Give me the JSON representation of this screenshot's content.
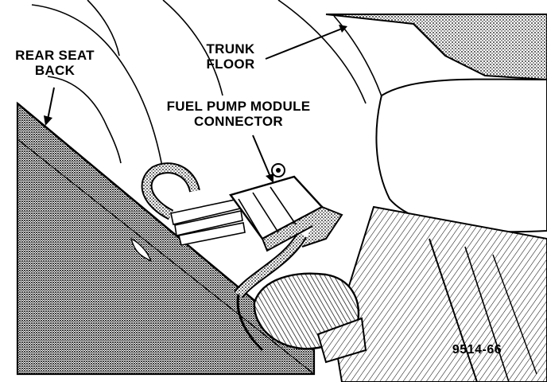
{
  "labels": {
    "rear_seat_back": [
      "REAR SEAT",
      "BACK"
    ],
    "trunk_floor": [
      "TRUNK",
      "FLOOR"
    ],
    "fuel_pump_connector": [
      "FUEL PUMP MODULE",
      "CONNECTOR"
    ]
  },
  "figure_id": "9514-66"
}
